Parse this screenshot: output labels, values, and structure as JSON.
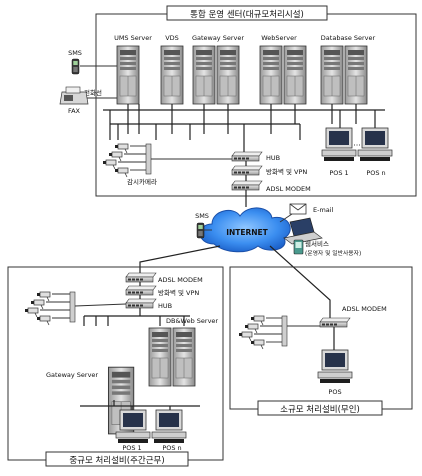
{
  "center": {
    "title": "통합 운영 센터(대규모처리시설)",
    "servers": [
      "UMS Server",
      "VDS",
      "Gateway Server",
      "WebServer",
      "Database Server"
    ],
    "sms": "SMS",
    "phone": "전화선",
    "fax": "FAX",
    "cctv": "감시카메라",
    "hub": "HUB",
    "firewall": "방화벽 및 VPN",
    "modem": "ADSL MODEM",
    "pos1": "POS 1",
    "dots": "···",
    "posn": "POS n"
  },
  "internet": {
    "label": "INTERNET",
    "sms": "SMS",
    "email": "E-mail",
    "web_service": "웹서비스",
    "web_service_sub": "(운영자 및 일반사용자)"
  },
  "medium": {
    "title": "중규모 처리설비(주간근무)",
    "modem": "ADSL MODEM",
    "firewall": "방화벽 및 VPN",
    "hub": "HUB",
    "dbweb": "DB&Web Server",
    "gateway": "Gateway Server",
    "pos1": "POS 1",
    "posn": "POS n"
  },
  "small": {
    "title": "소규모 처리설비(무인)",
    "modem": "ADSL MODEM",
    "pos": "POS"
  },
  "colors": {
    "cloud": "#2a7fe8",
    "server_dark": "#3a3a3a",
    "server_light": "#d8d8d8",
    "device_teal": "#4a9a8e"
  }
}
